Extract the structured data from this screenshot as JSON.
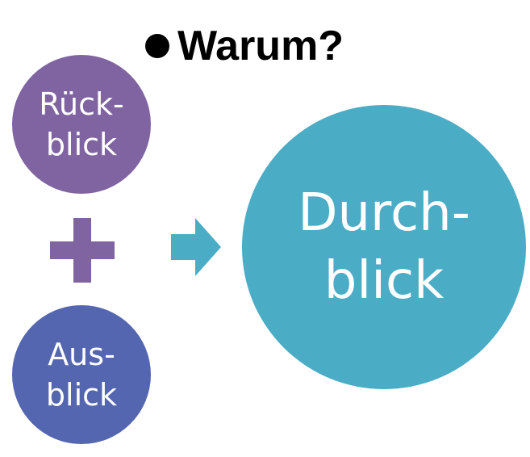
{
  "title": {
    "text": "Warum?"
  },
  "nodes": {
    "rueckblick": {
      "line1": "Rück-",
      "line2": "blick"
    },
    "ausblick": {
      "line1": "Aus-",
      "line2": "blick"
    },
    "durchblick": {
      "line1": "Durch-",
      "line2": "blick"
    }
  },
  "icons": {
    "bullet": "bullet-dot-icon",
    "plus": "plus-icon",
    "arrow": "arrow-right-icon"
  },
  "colors": {
    "rueckblick": "#8064a2",
    "ausblick": "#5466b0",
    "durchblick": "#4bacc6",
    "plus": "#8064a2",
    "arrow": "#4bacc6",
    "title": "#000000"
  }
}
